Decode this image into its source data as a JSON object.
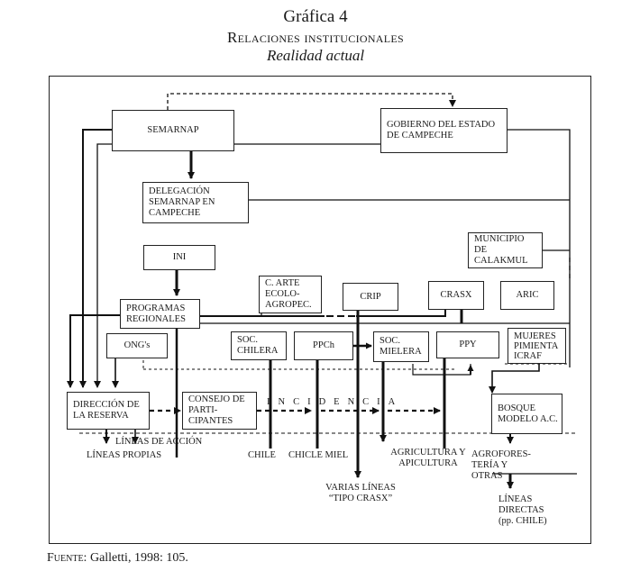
{
  "title": {
    "line1": "Gráfica 4",
    "line2": "Relaciones institucionales",
    "line3": "Realidad actual"
  },
  "nodes": {
    "semarnap": "SEMARNAP",
    "gobierno": "GOBIERNO DEL ESTADO DE CAMPECHE",
    "delegacion": "DELEGACIÓN SEMARNAP EN CAMPECHE",
    "municipio": "MUNICIPIO DE CALAKMUL",
    "ini": "INI",
    "c_arte": "C. ARTE ECOLO-AGROPEC.",
    "crip": "CRIP",
    "crasx": "CRASX",
    "aric": "ARIC",
    "programas": "PROGRAMAS REGIONALES",
    "ongs": "ONG's",
    "soc_chilera": "SOC. CHILERA",
    "ppch": "PPCh",
    "soc_mielera": "SOC. MIELERA",
    "ppy": "PPY",
    "mujeres": "MUJERES PIMIENTA ICRAF",
    "direccion": "DIRECCIÓN DE LA RESERVA",
    "consejo": "CONSEJO DE PARTI-CIPANTES",
    "bosque": "BOSQUE MODELO A.C."
  },
  "labels": {
    "incidencia": "INCIDENCIA",
    "lineas_de_accion": "LÍNEAS DE ACCIÓN",
    "lineas_propias": "LÍNEAS PROPIAS",
    "chile": "CHILE",
    "chicle_miel": "CHICLE MIEL",
    "agricultura": "AGRICULTURA Y APICULTURA",
    "agroforesteria": "AGROFORES-TERÍA Y OTRAS",
    "varias_lineas": "VARIAS LÍNEAS “TIPO CRASX”",
    "lineas_directas": "LÍNEAS DIRECTAS (pp. CHILE)"
  },
  "source": {
    "prefix": "Fuente:",
    "text": " Galletti, 1998: 105."
  }
}
